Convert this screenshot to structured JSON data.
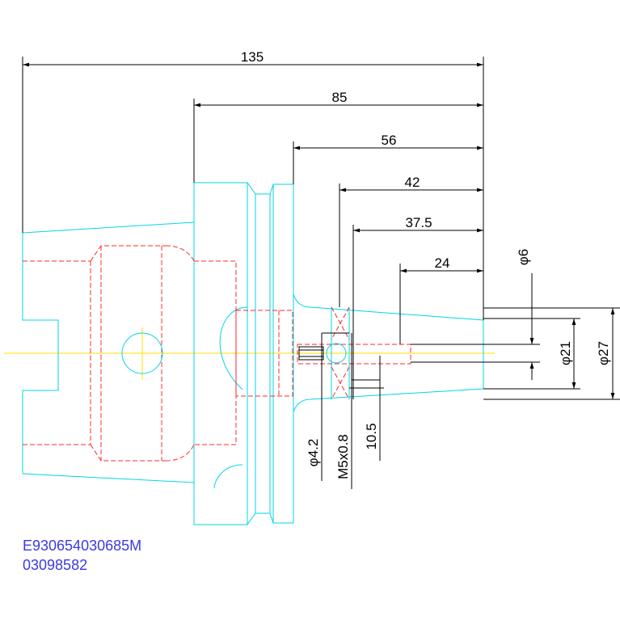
{
  "drawing": {
    "dimensions": {
      "len_135": "135",
      "len_85": "85",
      "len_56": "56",
      "len_42": "42",
      "len_37_5": "37.5",
      "len_24": "24",
      "dia_6": "φ6",
      "dia_21": "φ21",
      "dia_27": "φ27",
      "dia_4_2": "φ4.2",
      "thread_m5": "M5x0.8",
      "len_10_5": "10.5"
    },
    "part_number": "E930654030685M",
    "code_number": "03098582"
  },
  "colors": {
    "outline": "#00d6e6",
    "hidden": "#ff2a2a",
    "dimension": "#000000",
    "centerline": "#ffe000",
    "label": "#3a3ae6"
  }
}
